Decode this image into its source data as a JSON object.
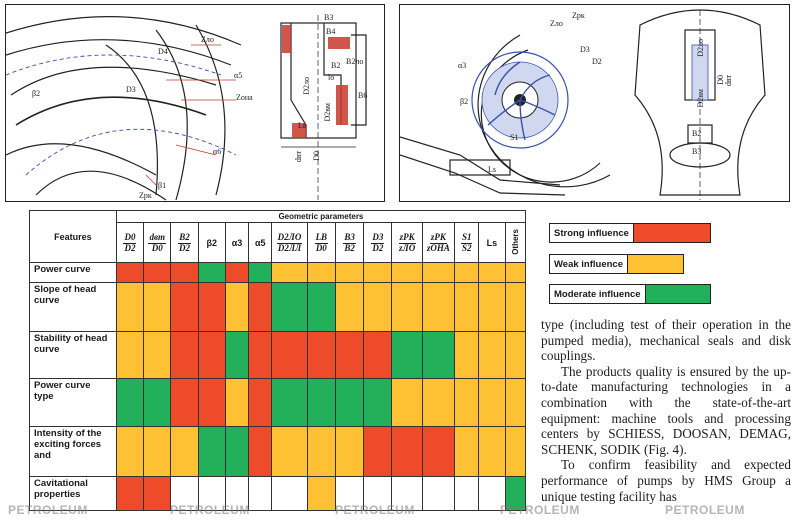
{
  "figure_left": {
    "labels": {
      "z_lo": "Zло",
      "d4": "D4",
      "alpha5": "α5",
      "z_ona": "Zона",
      "beta2": "β2",
      "d3": "D3",
      "alpha6": "α6",
      "beta1": "β1",
      "z_rk": "Zрк",
      "b3": "B3",
      "b4": "B4",
      "lo": "lo",
      "d2lo": "D2ло",
      "b2lo": "B2ло",
      "b2": "B2",
      "b6": "B6",
      "d2gm": "D2вм",
      "lv": "Lв",
      "d0": "D0",
      "dvt": "dвт"
    }
  },
  "figure_right": {
    "labels": {
      "z_lo": "Zло",
      "z_rk": "Zрк",
      "alpha3": "α3",
      "d3": "D3",
      "d2": "D2",
      "beta2": "β2",
      "s1": "S1",
      "ls": "Ls",
      "d2lo": "D2ло",
      "d2vm": "D2вм",
      "d0": "D0",
      "dvt": "dвт",
      "b2": "B2",
      "b3": "B3"
    }
  },
  "table": {
    "features_header": "Features",
    "geo_header": "Geometric parameters",
    "columns": [
      {
        "type": "frac",
        "num": "D0",
        "den": "D2"
      },
      {
        "type": "frac",
        "num": "dвт",
        "den": "D0"
      },
      {
        "type": "frac",
        "num": "B2",
        "den": "D2"
      },
      {
        "type": "plain",
        "text": "β2"
      },
      {
        "type": "plain",
        "text": "α3"
      },
      {
        "type": "plain",
        "text": "α5"
      },
      {
        "type": "frac",
        "num": "D2ЛО",
        "den": "D2ЛЛ"
      },
      {
        "type": "frac",
        "num": "LВ",
        "den": "D0"
      },
      {
        "type": "frac",
        "num": "B3",
        "den": "B2"
      },
      {
        "type": "frac",
        "num": "D3",
        "den": "D2"
      },
      {
        "type": "frac",
        "num": "zРК",
        "den": "zЛО"
      },
      {
        "type": "frac",
        "num": "zРК",
        "den": "zОНА"
      },
      {
        "type": "frac",
        "num": "S1",
        "den": "S2"
      },
      {
        "type": "plain",
        "text": "Ls"
      },
      {
        "type": "vert",
        "text": "Others"
      }
    ],
    "rows": [
      {
        "feature": "Power curve",
        "cells": [
          "s",
          "s",
          "s",
          "m",
          "s",
          "m",
          "w",
          "w",
          "w",
          "w",
          "w",
          "w",
          "w",
          "w",
          "w"
        ]
      },
      {
        "feature": "Slope of head curve",
        "cells": [
          "w",
          "w",
          "s",
          "s",
          "w",
          "s",
          "m",
          "m",
          "w",
          "w",
          "w",
          "w",
          "w",
          "w",
          "w"
        ]
      },
      {
        "feature": "Stability of head curve",
        "cells": [
          "w",
          "w",
          "s",
          "s",
          "m",
          "s",
          "s",
          "s",
          "s",
          "s",
          "m",
          "m",
          "w",
          "w",
          "w"
        ]
      },
      {
        "feature": "Power curve type",
        "cells": [
          "m",
          "m",
          "s",
          "s",
          "w",
          "s",
          "m",
          "m",
          "m",
          "m",
          "w",
          "w",
          "w",
          "w",
          "w"
        ]
      },
      {
        "feature": "Intensity of the exciting forces and",
        "cells": [
          "w",
          "w",
          "w",
          "m",
          "m",
          "s",
          "w",
          "w",
          "w",
          "s",
          "s",
          "s",
          "w",
          "w",
          "w"
        ]
      },
      {
        "feature": "Cavitational properties",
        "cells": [
          "s",
          "s",
          "n",
          "n",
          "n",
          "n",
          "n",
          "w",
          "n",
          "n",
          "n",
          "n",
          "n",
          "n",
          "m"
        ]
      }
    ]
  },
  "legend": {
    "strong": "Strong influence",
    "weak": "Weak influence",
    "moderate": "Moderate influence"
  },
  "colors": {
    "strong": "#ee4b2b",
    "weak": "#fdc133",
    "moderate": "#22b05a",
    "none": "#ffffff"
  },
  "body_text": {
    "p1": "type (including test of their operation in the pumped media), mechanical seals and disk couplings.",
    "p2": "The products quality is ensured by the up-to-date manufacturing technologies in a combination with the state-of-the-art equipment: machine tools and processing centers by SCHIESS, DOOSAN, DEMAG, SCHENK, SODIK (Fig. 4).",
    "p3": "To confirm feasibility and expected performance of pumps by HMS Group a unique testing facility has"
  },
  "watermark": "PETROLEUM"
}
